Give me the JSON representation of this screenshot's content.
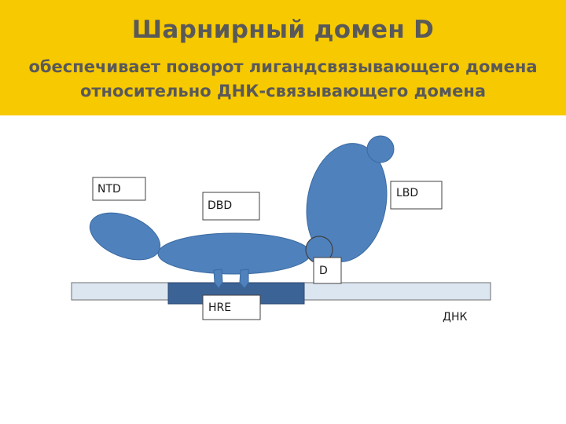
{
  "title": "Шарнирный домен D",
  "subtitle_line1": "обеспечивает поворот лигандсвязывающего домена",
  "subtitle_line2": "относительно ДНК-связывающего домена",
  "labels": {
    "ntd": "NTD",
    "dbd": "DBD",
    "lbd": "LBD",
    "hinge": "D",
    "hre": "HRE",
    "dna": "ДНК"
  },
  "colors": {
    "banner": "#f7c900",
    "domain": "#4f81bd",
    "dna_strand": "#dce6f1",
    "hre_block": "#3c6395",
    "title_text": "#595959"
  }
}
